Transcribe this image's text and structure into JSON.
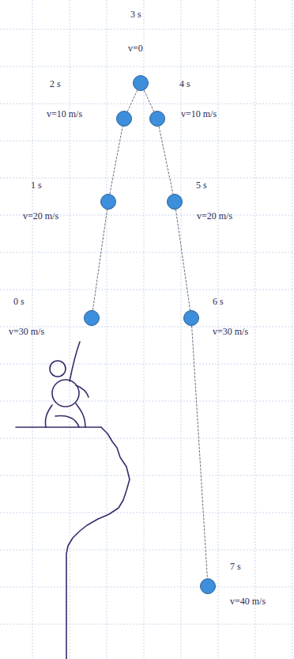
{
  "diagram": {
    "nodes": [
      {
        "text": [
          "3 s",
          "v=0"
        ]
      },
      {
        "text": [
          "2 s",
          "v=10 m/s"
        ]
      },
      {
        "text": [
          "4 s",
          "v=10 m/s"
        ]
      },
      {
        "text": [
          "1 s",
          "v=20 m/s"
        ]
      },
      {
        "text": [
          "5 s",
          "v=20 m/s"
        ]
      },
      {
        "text": [
          "0 s",
          "v=30 m/s"
        ]
      },
      {
        "text": [
          "6 s",
          "v=30 m/s"
        ]
      },
      {
        "text": [
          "7 s",
          "v=40 m/s"
        ]
      }
    ],
    "edges": [
      {
        "from": 5,
        "to": 3,
        "arrow": "none"
      },
      {
        "from": 3,
        "to": 1,
        "arrow": "none"
      },
      {
        "from": 1,
        "to": 0,
        "arrow": "none"
      },
      {
        "from": 0,
        "to": 2,
        "arrow": "none"
      },
      {
        "from": 2,
        "to": 4,
        "arrow": "none"
      },
      {
        "from": 4,
        "to": 6,
        "arrow": "none"
      },
      {
        "from": 6,
        "to": 7,
        "arrow": "none"
      }
    ]
  }
}
